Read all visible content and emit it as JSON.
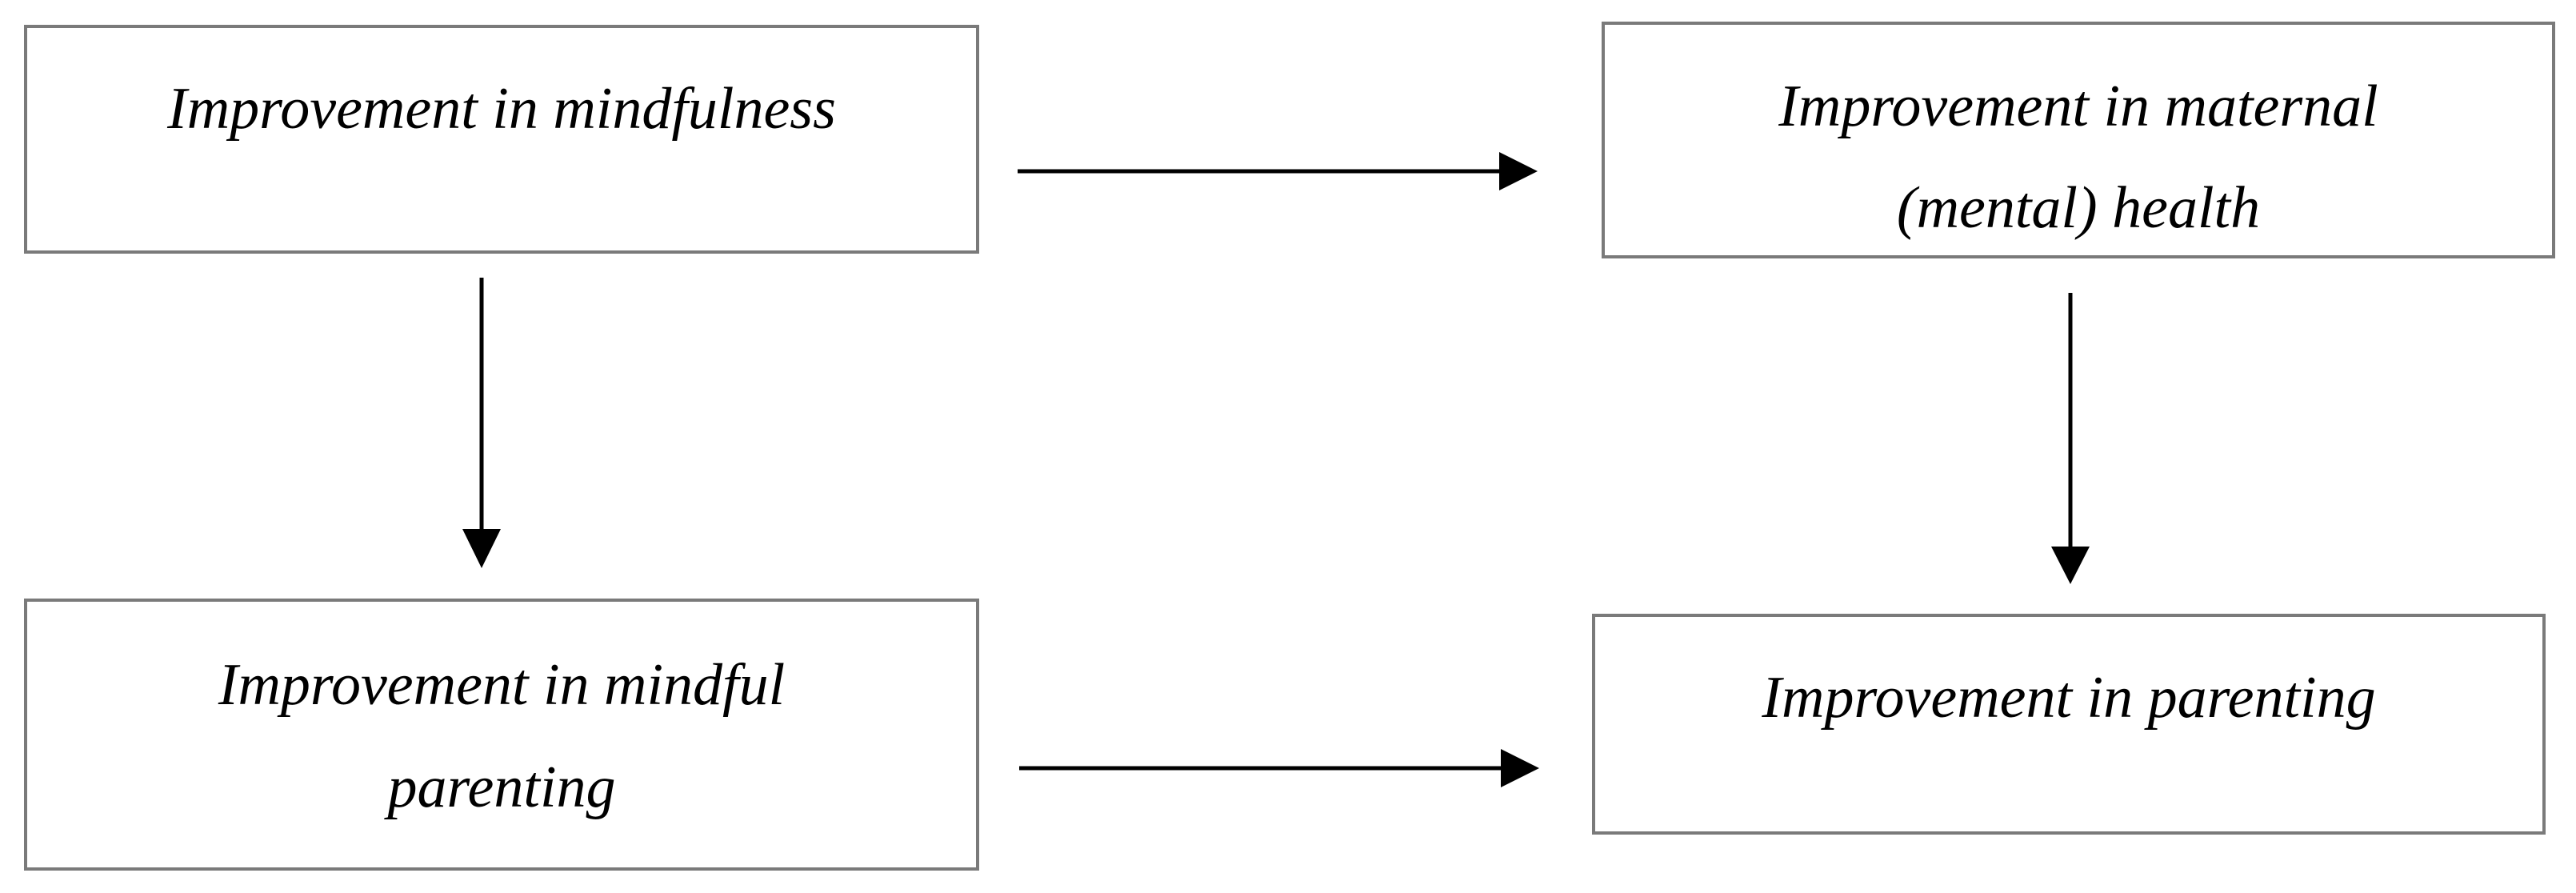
{
  "diagram": {
    "nodes": {
      "mindfulness": {
        "lines": [
          "Improvement in mindfulness"
        ]
      },
      "maternal_health": {
        "lines": [
          "Improvement in maternal",
          "(mental) health"
        ]
      },
      "mindful_parenting": {
        "lines": [
          "Improvement in mindful",
          "parenting"
        ]
      },
      "parenting": {
        "lines": [
          "Improvement in parenting"
        ]
      }
    },
    "edges": [
      {
        "from": "mindfulness",
        "to": "maternal_health"
      },
      {
        "from": "mindfulness",
        "to": "mindful_parenting"
      },
      {
        "from": "maternal_health",
        "to": "parenting"
      },
      {
        "from": "mindful_parenting",
        "to": "parenting"
      }
    ]
  }
}
